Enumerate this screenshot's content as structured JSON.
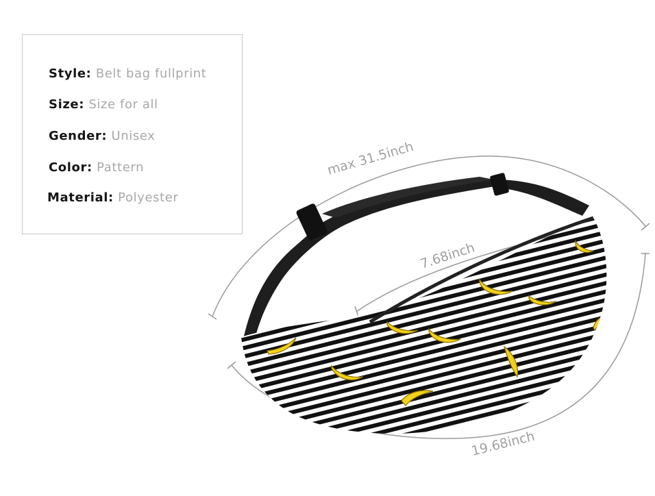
{
  "specs": {
    "rows": [
      {
        "key": "Style:",
        "value": "Belt bag fullprint"
      },
      {
        "key": "Size:",
        "value": "Size for all"
      },
      {
        "key": "Gender:",
        "value": "Unisex"
      },
      {
        "key": "Color:",
        "value": "Pattern"
      },
      {
        "key": "Material:",
        "value": "Polyester"
      }
    ]
  },
  "dimensions": {
    "strap": "max 31.5inch",
    "height": "7.68inch",
    "width": "19.68inch"
  },
  "product": {
    "name": "banana-stripe-belt-bag",
    "pattern_colors": {
      "stripe_dark": "#111111",
      "stripe_light": "#ffffff",
      "banana": "#f2d21a",
      "banana_outline": "#8a6d00",
      "strap": "#1e1e1e"
    }
  }
}
